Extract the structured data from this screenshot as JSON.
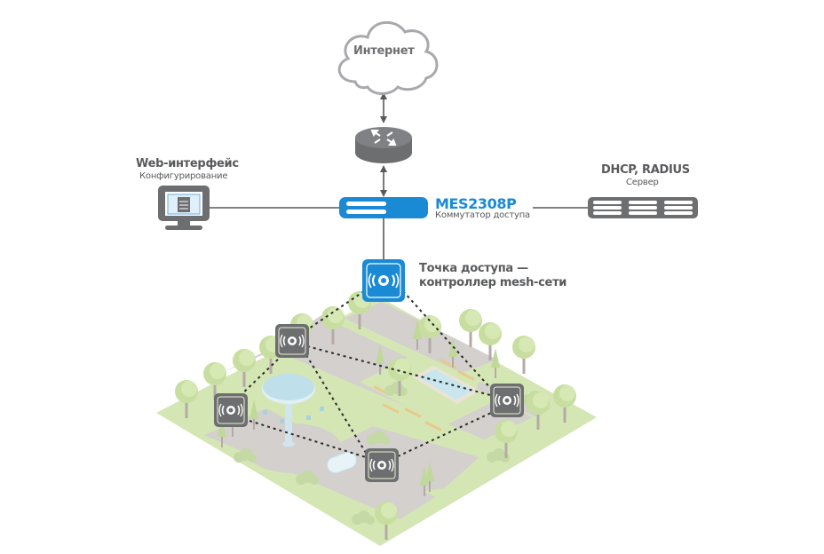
{
  "diagram": {
    "internet": {
      "label": "Интернет",
      "icon": "cloud-icon"
    },
    "router": {
      "icon": "router-icon"
    },
    "web_interface": {
      "title": "Web-интерфейс",
      "subtitle": "Конфигурирование",
      "icon": "monitor-icon"
    },
    "switch": {
      "title": "MES2308P",
      "subtitle": "Коммутатор доступа",
      "icon": "switch-icon"
    },
    "server": {
      "title": "DHCP, RADIUS",
      "subtitle": "Сервер",
      "icon": "server-rack-icon"
    },
    "controller_ap": {
      "title_line1": "Точка доступа —",
      "title_line2": "контроллер mesh-сети",
      "icon": "wifi-access-point-icon"
    },
    "mesh_aps": [
      {
        "id": "ap1",
        "icon": "wifi-access-point-icon"
      },
      {
        "id": "ap2",
        "icon": "wifi-access-point-icon"
      },
      {
        "id": "ap3",
        "icon": "wifi-access-point-icon"
      },
      {
        "id": "ap4",
        "icon": "wifi-access-point-icon"
      }
    ],
    "colors": {
      "accent_blue": "#1a8ad4",
      "device_gray": "#6d6e70",
      "line_gray": "#58595b",
      "grass": "#d5e6b5",
      "road": "#d3d0cd",
      "tree": "#c8dea0",
      "water": "#c9e6ee"
    }
  }
}
